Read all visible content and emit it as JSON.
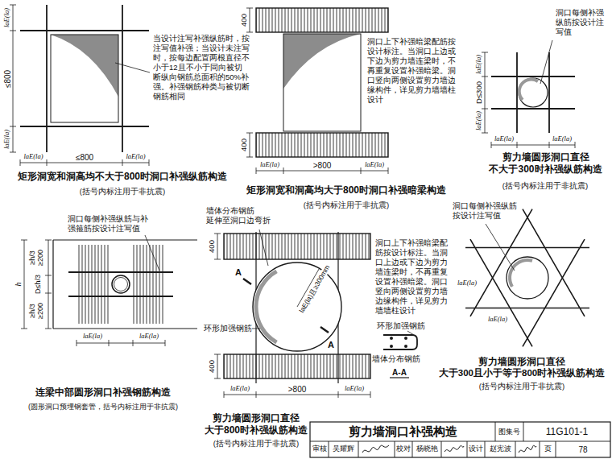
{
  "diagram": {
    "title": "剪力墙洞口补强构造",
    "nodes": [
      {
        "text": [
          "图集号"
        ]
      },
      {
        "text": [
          "11G101-1"
        ]
      },
      {
        "text": [
          "审核"
        ]
      },
      {
        "text": [
          "吴耀辉"
        ]
      },
      {
        "text": [
          "校对"
        ]
      },
      {
        "text": [
          "杨晓艳"
        ]
      },
      {
        "text": [
          "设计"
        ]
      },
      {
        "text": [
          "赵宪波"
        ]
      },
      {
        "text": [
          "页"
        ]
      },
      {
        "text": [
          "78"
        ]
      }
    ],
    "labels": [
      "laE(la)",
      "≤800",
      "laE(la)",
      "当设计注写补强纵筋时，按注写值补强；当设计未注写时，按每边配置两根直径不小于12且不小于同向被切断纵向钢筋总面积的50%补强。补强钢筋种类与被切断钢筋相同",
      "laE(la)",
      "≤800",
      "laE(la)",
      "矩形洞宽和洞高均不大于800时洞口补强纵筋构造",
      "(括号内标注用于非抗震)",
      "400",
      "洞口上下补强暗梁配筋按设计标注。当洞口上边或下边为剪力墙连梁时，不再重复设置补强暗梁。洞口竖向两侧设置剪力墙边缘构件，详见剪力墙墙柱设计",
      "400",
      "laE(la)",
      ">800",
      "laE(la)",
      "矩形洞宽和洞高均大于800时洞口补强暗梁构造",
      "(括号内标注用于非抗震)",
      "洞口每侧补强纵筋按设计注写值",
      "laE(la)",
      "D≤300",
      "laE(la)",
      "laE(la)",
      "laE(la)",
      "剪力墙圆形洞口直径 不大于300时补强纵筋构造",
      "(括号内标注用于非抗震)",
      "洞口每侧补强纵筋与补强箍筋按设计注写值",
      "h",
      "≥h/3 ≥200",
      "D≤h/3",
      "≥h/3 ≥200",
      "laE(la)",
      "laE(la)",
      "连梁中部圆形洞口补强钢筋构造",
      "(圆形洞口预埋钢套管，括号内标注用于非抗震)",
      "墙体分布钢筋 延伸至洞口边弯折",
      "400",
      "A",
      "laE(la)且≥300mm",
      "洞口上下补强暗梁配筋按设计标注。当洞口上边或下边为剪力墙连梁时，不再重复设置补强暗梁。洞口竖向两侧设置剪力墙边缘构件，详见剪力墙墙柱设计",
      "环形加强钢筋",
      "环形加强钢筋",
      "A",
      "墙体分布钢筋",
      "400",
      "A-A",
      "laE(la)",
      ">800",
      "laE(la)",
      "剪力墙圆形洞口直径 大于800时补强纵筋构造",
      "(括号内标注用于非抗震)",
      "洞口每侧补强纵筋按设计注写值",
      "laE(la)",
      "laE(la)",
      "剪力墙圆形洞口直径 大于300且小于等于800时补强纵筋构造",
      "(括号内标注用于非抗震)"
    ]
  }
}
